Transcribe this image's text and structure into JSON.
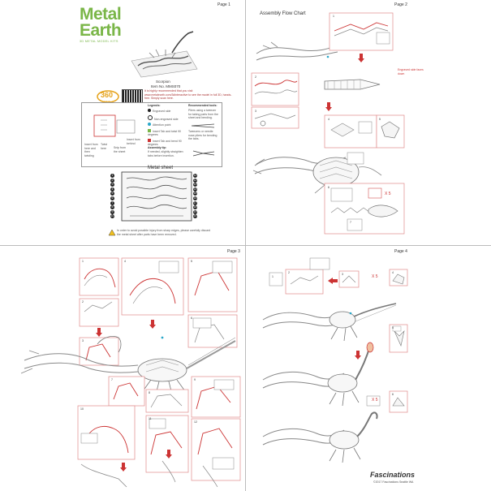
{
  "pages": {
    "p1": {
      "page_label": "Page 1",
      "brand_line1": "Metal",
      "brand_line2": "Earth",
      "brand_subtitle": "3D METAL MODEL KITS",
      "model_name": "Scorpion",
      "item_no": "Item No. MMS070",
      "badge_top": "360",
      "badge_bottom": "VIEW",
      "promo_text": "It is highly recommended that you visit www.metalearth.com/3dinteractive to see the model in full 3D, hands-free. Simply scan here.",
      "legend_title": "Legends:",
      "legend_items": [
        "Engraved side",
        "Non-engraved side",
        "Attention point",
        "Insert Tab and twist 90 degrees",
        "Insert Tab and bend 90 degrees"
      ],
      "tools_title": "Recommended tools:",
      "tools_text": "Pliers using a tweezer for taking parts from the sheet and bending.",
      "tools_text2": "Tweezers or needle nose pliers for bending the tabs.",
      "assembly_tip_title": "Assembly tip:",
      "assembly_tip": "If needed, slightly straighten tabs before insertion.",
      "diagram_labels": [
        "Insert from here and then twisting",
        "Twist here",
        "Snip from the sheet",
        "Insert from behind"
      ],
      "sheet_title": "Metal sheet",
      "sheet_numbers_left": [
        "1",
        "2",
        "3",
        "4",
        "5",
        "6",
        "7",
        "8",
        "9",
        "10"
      ],
      "sheet_numbers_right": [
        "11",
        "12",
        "13",
        "14",
        "15",
        "16",
        "17",
        "18",
        "19",
        "20"
      ],
      "warning": "In order to avoid possible injury from sharp edges, please carefully discard the metal sheet after parts have been removed."
    },
    "p2": {
      "page_label": "Page 2",
      "heading": "Assembly Flow Chart",
      "callout": "Engraved side faces down",
      "steps": [
        "1",
        "2",
        "3",
        "4",
        "5",
        "6",
        "7"
      ],
      "multiplier": "X 5"
    },
    "p3": {
      "page_label": "Page 3",
      "steps": [
        "1",
        "2",
        "3",
        "4",
        "5",
        "6",
        "7",
        "8",
        "9",
        "10",
        "11",
        "12"
      ]
    },
    "p4": {
      "page_label": "Page 4",
      "steps": [
        "1",
        "2",
        "3",
        "4",
        "5",
        "6"
      ],
      "multiplier_a": "X 5",
      "multiplier_b": "X 5",
      "footer_brand": "Fascinations",
      "copyright": "©2017 Fascinations Seattle WA"
    }
  },
  "colors": {
    "brand_green": "#7ab648",
    "accent_red": "#c33333",
    "box_red": "#e08a8a",
    "teal_dot": "#2aa7c9"
  }
}
